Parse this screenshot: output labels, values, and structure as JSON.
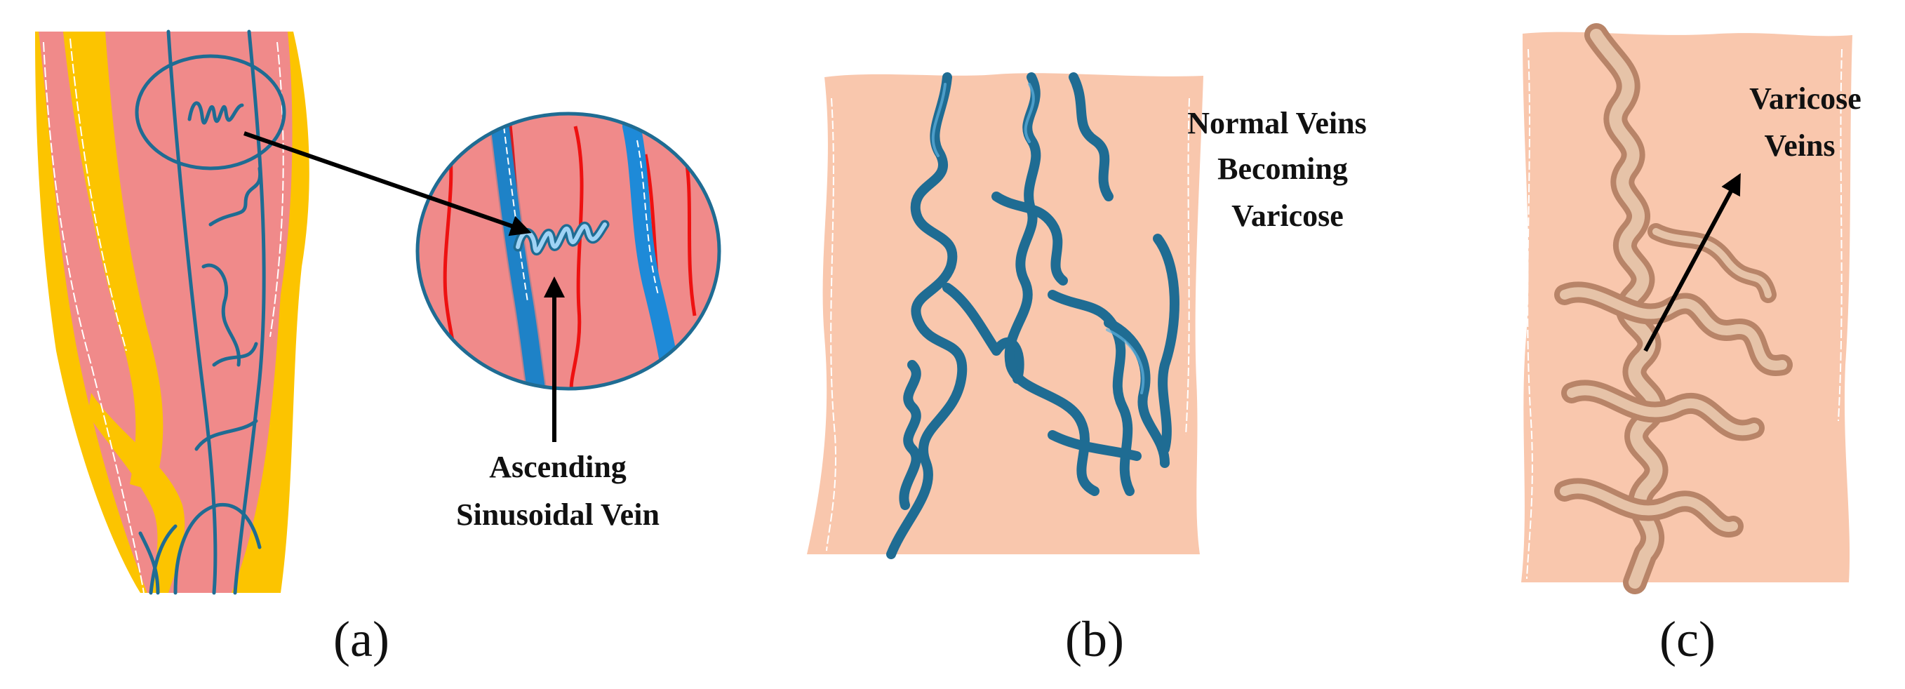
{
  "panels": {
    "a": {
      "caption": "(a)",
      "label_line1": "Ascending",
      "label_line2": "Sinusoidal Vein"
    },
    "b": {
      "caption": "(b)",
      "label_line1": "Normal Veins",
      "label_line2": "Becoming",
      "label_line3": "Varicose"
    },
    "c": {
      "caption": "(c)",
      "label_line1": "Varicose",
      "label_line2": "Veins"
    }
  },
  "colors": {
    "skin_pink": "#f08a8a",
    "fat_yellow": "#fcc400",
    "vein_blue": "#1f6c93",
    "bright_blue": "#1e8ad8",
    "artery_red": "#ee1111",
    "peach": "#f9c7ad",
    "varicose_tan": "#c89878"
  }
}
